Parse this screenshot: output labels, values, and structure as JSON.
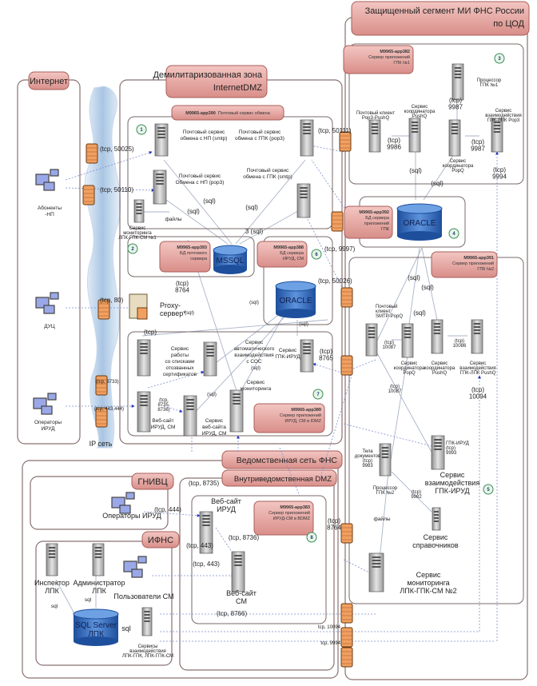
{
  "zones": {
    "internet": [
      "Интернет"
    ],
    "dmz": [
      "Демилитаризованная зона",
      "InternetDMZ"
    ],
    "protected": [
      "Защищенный сегмент МИ ФНС России",
      "по ЦОД"
    ],
    "ved": [
      "Ведомственная сеть ФНС"
    ],
    "gnivc": [
      "ГНИВЦ"
    ],
    "vdmz": [
      "Внутриведомственная DMZ"
    ],
    "ifns": [
      "ИФНС"
    ]
  },
  "app_servers": {
    "app390": {
      "id": "M9965-app390",
      "desc": [
        "Почтовый сервис обмена"
      ],
      "badge": "1"
    },
    "app393": {
      "id": "M9965-app393",
      "desc": [
        "БД почтового",
        "сервера"
      ],
      "badge": "2"
    },
    "app388": {
      "id": "M9965-app388",
      "desc": [
        "БД сервера",
        "ИРУД, СМ"
      ],
      "badge": "6"
    },
    "app389": {
      "id": "M9965-app389",
      "desc": [
        "Сервер приложений",
        "ИРУД, СМ в IDMZ"
      ],
      "badge": "7"
    },
    "app382": {
      "id": "M9965-app382",
      "desc": [
        "Сервер приложений",
        "ГПК №1"
      ],
      "badge": "3"
    },
    "app392": {
      "id": "M9965-app392",
      "desc": [
        "БД сервера",
        "приложений",
        "ГПК"
      ],
      "badge": "4"
    },
    "app391": {
      "id": "M9965-app391",
      "desc": [
        "Сервер приложений",
        "ГПК №2"
      ],
      "badge": "5"
    },
    "app383": {
      "id": "M9965-app383",
      "desc": [
        "Сервер приложений",
        "ИРУД-СМ в BDMZ"
      ],
      "badge": "8"
    }
  },
  "databases": {
    "mssql": [
      "MSSQL"
    ],
    "oracle_irud": [
      "ORACLE"
    ],
    "oracle_gpk": [
      "ORACLE"
    ],
    "sqlserver_lpk": [
      "SQL Server",
      "ЛПК"
    ]
  },
  "nodes": {
    "abonenty": [
      "Абоненты",
      "-НП"
    ],
    "duc": [
      "ДУЦ"
    ],
    "operators_inet": [
      "Операторы",
      "ИРУД"
    ],
    "ip_net": [
      "IP сеть"
    ],
    "mail_np_smtp": [
      "Почтовый сервис",
      "обмена с НП (smtp)"
    ],
    "mail_np_pop3": [
      "Почтовый сервис",
      "Обмена с НП (pop3)"
    ],
    "files1": [
      "файлы"
    ],
    "monitor1": [
      "Сервис",
      "мониторинга",
      "ЛПК-ГПК-СМ №1"
    ],
    "mail_gpk_pop3": [
      "Почтовый сервис",
      "обмена с ГПК (pop3)"
    ],
    "mail_gpk_smtp": [
      "Почтовый сервис",
      "обмена с ГПК (smtp)"
    ],
    "proxy": [
      "Proxy-",
      "сервер*"
    ],
    "revoked": [
      "Сервис",
      "работы",
      "со списками",
      "отозванных",
      "сертификатов"
    ],
    "sos": [
      "Сервис",
      "автоматического",
      "взаимодействия",
      "с СОС"
    ],
    "gpk_irud": [
      "Сервис",
      "ГПК-ИРУД"
    ],
    "monitoring": [
      "Сервис",
      "мониторинга"
    ],
    "website_irud_cm": [
      "Веб-сайт",
      "ИРУД, СМ"
    ],
    "website_service": [
      "Сервис",
      "веб-сайта",
      "ИРУД, СМ"
    ],
    "pop3_pushq": [
      "Почтовый клиент",
      "Pop3-PushQ"
    ],
    "coord_pushq1": [
      "Сервис",
      "координатора",
      "PushQ"
    ],
    "proc_gpk1": [
      "Процессор",
      "ГПК №1"
    ],
    "coord_popq1": [
      "Сервис",
      "координатора",
      "PopQ"
    ],
    "lpk_pop3": [
      "Сервис",
      "взаимодействия",
      "ГПК-ЛПК Pop3"
    ],
    "smtp_popq": [
      "Почтовый",
      "клиент",
      "SMTP-PopQ"
    ],
    "coord_popq2": [
      "Сервис",
      "координатора",
      "PopQ"
    ],
    "coord_pushq2": [
      "Сервис",
      "координатора",
      "PushQ"
    ],
    "lpk_pushq": [
      "Сервис",
      "взаимодействия",
      "ГПК-ЛПК PushQ"
    ],
    "gpk_irud_port": [
      "ГПК-ИРУД",
      "(tcp)",
      "9993"
    ],
    "gpk_irud_svc": [
      "Сервис",
      "взаимодействия",
      "ГПК-ИРУД"
    ],
    "doc_bodies": [
      "Тела",
      "документов",
      "(tcp)",
      "9983"
    ],
    "proc_gpk2": [
      "Процессор",
      "ГПК №2"
    ],
    "dictionaries": [
      "Сервис",
      "справочников"
    ],
    "files2": [
      "файлы"
    ],
    "monitor2": [
      "Сервис",
      "мониторинга",
      "ЛПК-ГПК-СМ №2"
    ],
    "operators_gnivc": [
      "Операторы ИРУД"
    ],
    "website_irud": [
      "Веб-сайт",
      "ИРУД"
    ],
    "website_cm": [
      "Веб-сайт",
      "СМ"
    ],
    "inspector": [
      "Инспектор",
      "ЛПК"
    ],
    "admin": [
      "Администратор",
      "ЛПК"
    ],
    "users_cm": [
      "Пользователи СМ"
    ],
    "lpk_services": [
      "Сервисы",
      "взаимодействия",
      "ЛПК-ГПК, ЛПК-ГПК-СМ"
    ]
  },
  "ports": {
    "p50025": "(tcp, 50025)",
    "p50110": "(tcp, 50110)",
    "p80": "(tcp, 80)",
    "p443444": "(tcp, 443,444)",
    "p50111": "(tcp, 50111)",
    "p9997": "(tcp, 9997)",
    "p50026": "(tcp, 50026)",
    "p8764a": "(tcp)\n8764",
    "ptcp": "(tcp)",
    "p8733": "(tcp, 8733)",
    "p873536": "(tcp,\n8735,\n8736)",
    "p8765": "(tcp)\n8765",
    "p9986": "(tcp)\n9986",
    "p9987a": "(tcp)\n9987",
    "p9987b": "(tcp)\n9987",
    "p9994": "(tcp)\n9994",
    "p10087a": "(tcp)\n10087",
    "p10087b": "(tcp)\n10087",
    "p10086": "(tcp)\n10086",
    "p10094": "(tcp)\n10094",
    "p9982": "(tcp)\n9982",
    "p8735": "(tcp, 8735)",
    "p444": "(tcp, 444)",
    "p443a": "(tcp, 443)",
    "p443b": "(tcp, 443)",
    "p8736": "(tcp, 8736)",
    "p8764b": "(tcp)\n8764",
    "p8766": "(tcp, 8766)",
    "p10094b": "tcp, 10094",
    "p9994b": "tcp, 9994",
    "sql1": "(sql)",
    "sql2": "(sql)",
    "sql3": "(sql)",
    "sql4": "3 (sql)",
    "sql5": "(sql)",
    "sql6": "(sql)",
    "sql7": "(sql)",
    "sql8": "(sql)",
    "sql9": "(sql)",
    "sql10": "(sql)",
    "sql11": "(sql)",
    "sql12": "(sql)",
    "sql13": "(sql)",
    "sql14": "(sql)",
    "sqlA": "sql",
    "sqlB": "sql",
    "sqlC": "sql"
  },
  "colors": {
    "zone_label": "#e0a29e",
    "database": "#2f62b0",
    "firewall": "#f0a060",
    "cloud": "#bcd3ea",
    "connection": "#3344cc"
  }
}
